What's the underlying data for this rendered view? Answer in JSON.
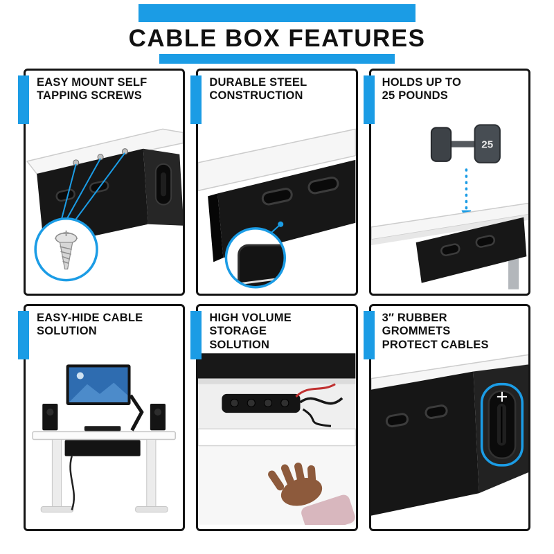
{
  "header": {
    "title": "CABLE BOX FEATURES"
  },
  "colors": {
    "accent": "#1b9ce5",
    "title_text": "#111111",
    "box_black": "#161616"
  },
  "panels": [
    {
      "title": "EASY MOUNT SELF\nTAPPING SCREWS",
      "illustration": "screws-callout-inset"
    },
    {
      "title": "DURABLE STEEL\nCONSTRUCTION",
      "illustration": "steel-corner-inset"
    },
    {
      "title": "HOLDS UP TO\n25 POUNDS",
      "illustration": "dumbbell-weight-arrow",
      "dumbbell_label": "25"
    },
    {
      "title": "EASY-HIDE CABLE\nSOLUTION",
      "illustration": "standing-desk-scene"
    },
    {
      "title": "HIGH VOLUME\nSTORAGE\nSOLUTION",
      "illustration": "open-box-storage"
    },
    {
      "title": "3″ RUBBER\nGROMMETS\nPROTECT CABLES",
      "illustration": "grommet-highlight"
    }
  ]
}
